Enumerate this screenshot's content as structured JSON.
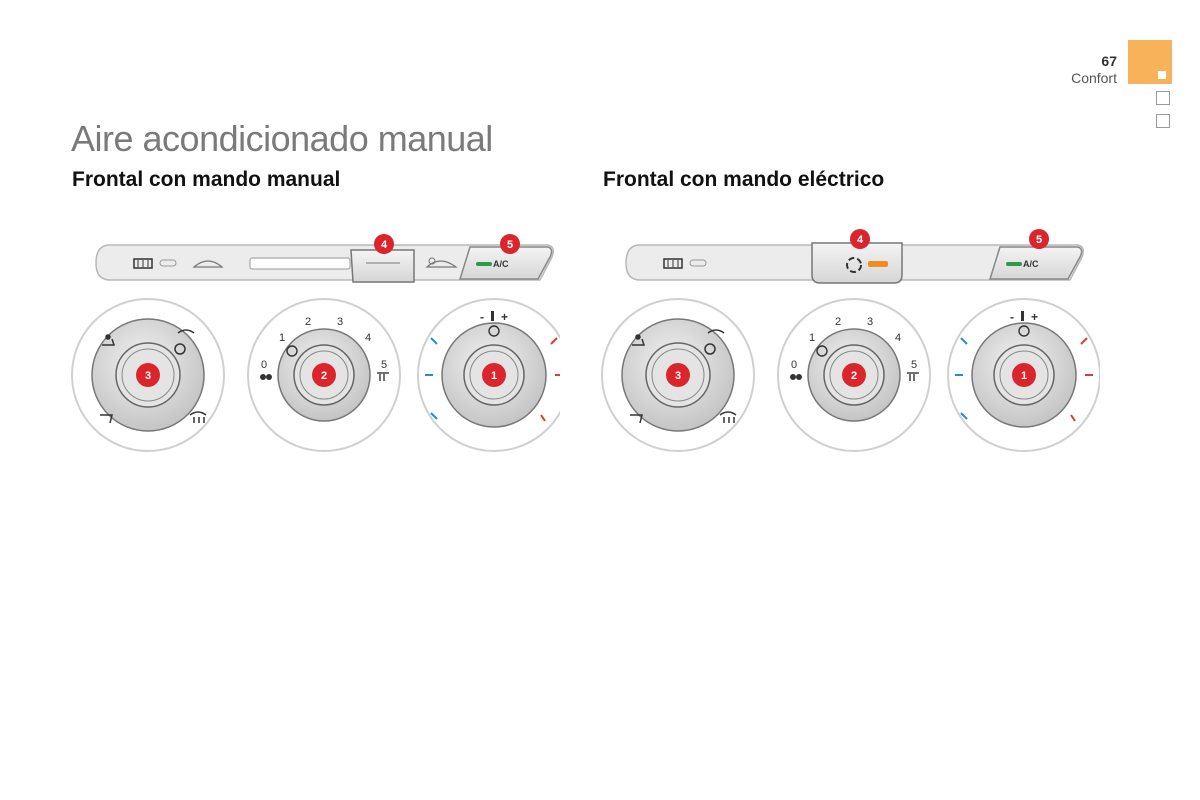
{
  "header": {
    "page_number": "67",
    "section": "Confort"
  },
  "title": "Aire acondicionado manual",
  "sections": [
    {
      "heading": "Frontal con mando manual",
      "callouts": [
        "4",
        "5"
      ],
      "ac_label": "A/C",
      "fan_scale": [
        "0",
        "1",
        "2",
        "3",
        "4",
        "5"
      ],
      "temp_labels": [
        "-",
        "+"
      ],
      "knobs": [
        "3",
        "2",
        "1"
      ]
    },
    {
      "heading": "Frontal con mando eléctrico",
      "callouts": [
        "4",
        "5"
      ],
      "ac_label": "A/C",
      "fan_scale": [
        "0",
        "1",
        "2",
        "3",
        "4",
        "5"
      ],
      "temp_labels": [
        "-",
        "+"
      ],
      "knobs": [
        "3",
        "2",
        "1"
      ]
    }
  ],
  "colors": {
    "accent_tab": "#f6b35a",
    "callout_red": "#d9252b",
    "ac_green": "#2e9a48",
    "recirc_orange": "#f28c1e",
    "cold_blue": "#2a8ad4",
    "hot_red": "#e03a2e"
  },
  "icons": [
    "rear-defrost-icon",
    "air-recirculation-icon",
    "air-intake-icon",
    "fan-icon",
    "windscreen-demist-icon",
    "face-vent-icon",
    "feet-vent-icon",
    "temperature-icon"
  ]
}
